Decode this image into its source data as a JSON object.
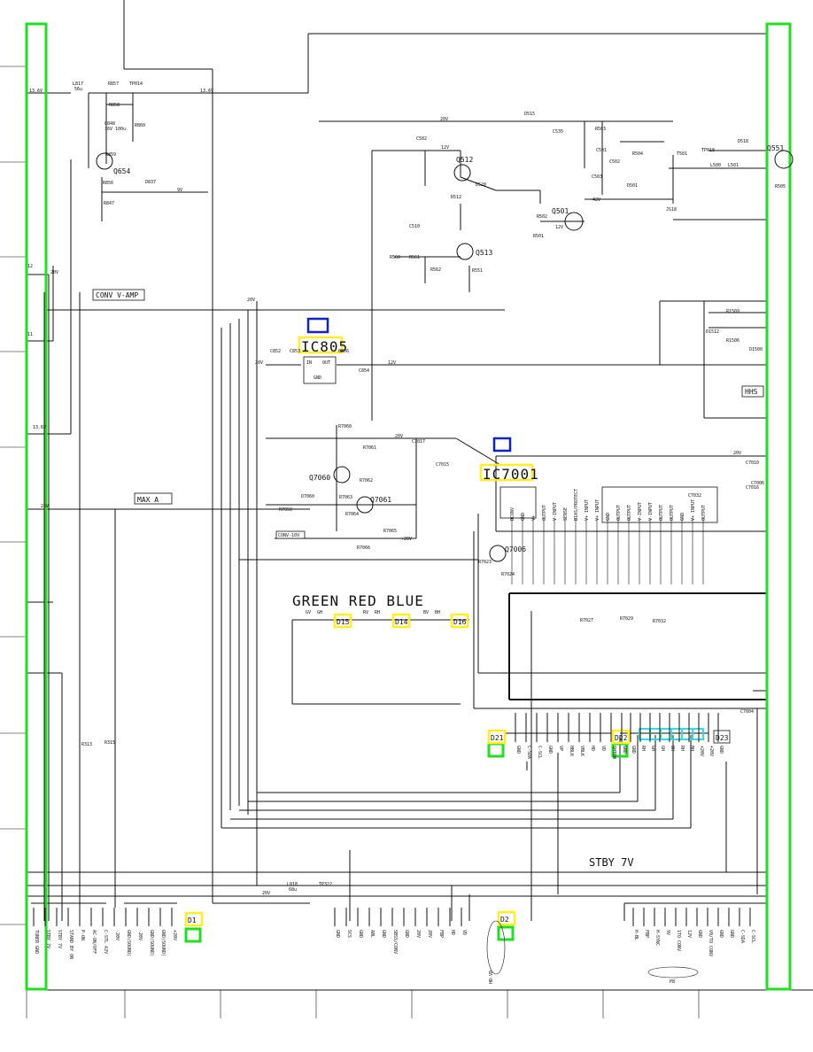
{
  "colors": {
    "green_marker": "#22dd22",
    "yellow_marker": "#ffee22",
    "blue_marker": "#1122cc",
    "cyan_marker": "#33dddd",
    "ink": "#111111"
  },
  "labels": {
    "conv_vamp": "CONV V-AMP",
    "max_a": "MAX A",
    "green_red_blue": "GREEN  RED  BLUE",
    "stby7v": "STBY 7V",
    "hhs": "HHS",
    "conv10v": "CONV-10V",
    "dconv": "DCONV"
  },
  "ic": {
    "ic805": "IC805",
    "ic805_pins": {
      "in": "IN",
      "out": "OUT",
      "gnd": "GND"
    },
    "ic7001": "IC7001"
  },
  "transistors": {
    "q654": "Q654",
    "q512": "Q512",
    "q513": "Q513",
    "q501": "Q501",
    "q551": "Q551",
    "q7060": "Q7060",
    "q7061": "Q7061",
    "q7006": "Q7006"
  },
  "markers": {
    "d15": "D15",
    "d14": "D14",
    "d16": "D16",
    "d21": "D21",
    "d22": "D22",
    "d23": "D23",
    "d1": "D1",
    "d2": "D2"
  },
  "components": {
    "l817": "L817",
    "l817_v": "56u",
    "r857": "R857",
    "tp014": "TP014",
    "r858": "R858",
    "c848": "C848",
    "c848_v": "16V 100u",
    "r860": "R860",
    "r859": "R859",
    "r856": "R856",
    "d837": "D837",
    "r847": "R847",
    "d515": "D515",
    "c535": "C535",
    "r503": "R503",
    "r504": "R504",
    "t501": "T501",
    "tp018": "TP018",
    "l500": "L500",
    "l501": "L501",
    "d518": "D518",
    "r505": "R505",
    "c501": "C501",
    "c502": "C502",
    "c503": "C503",
    "d501": "D501",
    "c510": "C510",
    "r560": "R560",
    "r561": "R561",
    "r562": "R562",
    "r551": "R551",
    "r512": "R512",
    "d520": "D520",
    "r502": "R502",
    "r501": "R501",
    "js18": "JS18",
    "c502b": "C502",
    "c852": "C852",
    "c853": "C853",
    "c856": "C856",
    "c854": "C854",
    "r7060": "R7060",
    "r7061": "R7061",
    "r7062": "R7062",
    "r7063": "R7063",
    "r7064": "R7064",
    "r7065": "R7065",
    "r7066": "R7066",
    "d7060": "D7060",
    "r7050": "R7050",
    "c7017": "C7017",
    "c7015": "C7015",
    "c7032": "C7032",
    "r7023": "R7023",
    "r7024": "R7024",
    "r7027": "R7027",
    "r7029": "R7029",
    "r7032": "R7032",
    "l818": "L818",
    "l818_v": "68u",
    "tp322": "TP322",
    "r313": "R313",
    "r315": "R315",
    "r1509": "R1509",
    "d1512": "D1512",
    "d1500": "D1500",
    "r1506": "R1506",
    "c7010": "C7010",
    "c7016": "C7016",
    "c7006": "C7006",
    "c7004": "C7004"
  },
  "voltages": {
    "v13_6a": "13.6V",
    "v13_6b": "13.6V",
    "v20a": "20V",
    "v20b": "20V",
    "v20c": "20V",
    "v20d": "20V",
    "v12a": "12V",
    "v12b": "12V",
    "v12c": "12V",
    "v9": "9V",
    "v12_side": "12",
    "v11_side": "11",
    "v13_6_side": "13.6V",
    "v25": "25V",
    "vm20": "-20V",
    "v42": "42V",
    "v20e": "20V",
    "v20f": "20V",
    "v20bottom": "20V"
  },
  "connectors": {
    "bottom_left": [
      "TUNER GND",
      "STBY 7V",
      "STBY 7V",
      "STAND BY ON",
      "P-ON",
      "AC-ON/OFF",
      "C-STL 42V",
      "-20V",
      "GND(SOUND)",
      "-20V",
      "GND(SOUND)",
      "GND(SOUND)",
      "+20V"
    ],
    "bottom_mid": [
      "GND",
      "SCS",
      "GND",
      "ABL",
      "GND",
      "SBSS/CONV",
      "GND",
      "20V",
      "20V",
      "FBP",
      "HD",
      "VD"
    ],
    "bottom_right": [
      "H-BL",
      "FBP",
      "H-SYNC",
      "9V",
      "1TO CONV",
      "12V",
      "GND",
      "V0/TO CONV",
      "GND",
      "GND",
      "C-SDA",
      "C-SCL"
    ],
    "row_mid": [
      "GND",
      "C-SDA",
      "C-SCL",
      "GND",
      "VP",
      "HBLK",
      "VBLK",
      "HD",
      "VD",
      "SHTDW",
      "GND"
    ],
    "row_right": [
      "GND",
      "RH",
      "GH",
      "GH",
      "BH",
      "RH",
      "BH",
      "+20V",
      "+20V",
      "GND"
    ],
    "hd_vd": "HD-VD",
    "p8": "P8"
  },
  "ic7001_pins": [
    "DCONV",
    "GND",
    "V+",
    "OUTPUT",
    "V-INPUT",
    "SENSE",
    "BIAS/PROTECT",
    "V+ INPUT",
    "V+ INPUT",
    "GND",
    "OUTPUT",
    "OUTPUT",
    "V-INPUT",
    "V-INPUT",
    "OUTPUT",
    "OUTPUT",
    "GND",
    "V+ INPUT",
    "OUTPUT"
  ],
  "color_amp": {
    "gv": "GV",
    "gh": "GH",
    "rv": "RV",
    "rh": "RH",
    "bv": "BV",
    "bh": "BH"
  }
}
